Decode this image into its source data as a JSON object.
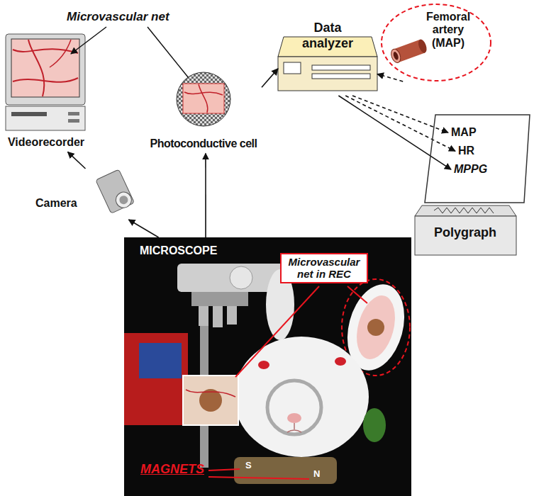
{
  "diagram": {
    "nodes": [
      {
        "text": [
          "Videorecorder"
        ]
      },
      {
        "text": [
          "Camera"
        ]
      },
      {
        "text": [
          "Photoconductive cell"
        ]
      },
      {
        "text": [
          "Data analyzer"
        ]
      },
      {
        "text": [
          "Femoral artery (MAP)"
        ]
      },
      {
        "text": [
          "MAP",
          "HR",
          "MPPG"
        ]
      },
      {
        "text": [
          "Polygraph"
        ]
      },
      {
        "text": [
          "MICROSCOPE"
        ]
      },
      {
        "text": [
          "Microvascular net in REC"
        ],
        "in": 7
      }
    ],
    "edges": [
      {
        "from": 7,
        "to": 1,
        "arrow": "to"
      },
      {
        "from": 1,
        "to": 0,
        "arrow": "to"
      },
      {
        "from": 7,
        "to": 2,
        "arrow": "to"
      },
      {
        "from": 2,
        "to": 3,
        "arrow": "to"
      },
      {
        "from": 4,
        "to": 3,
        "arrow": "to"
      },
      {
        "from": 3,
        "to": 5,
        "arrow": "to"
      },
      {
        "from": 3,
        "to": 5,
        "arrow": "to"
      },
      {
        "from": 3,
        "to": 5,
        "arrow": "to"
      }
    ],
    "labels": [
      "Microvascular net",
      "MAGNETS",
      "S",
      "N"
    ]
  }
}
